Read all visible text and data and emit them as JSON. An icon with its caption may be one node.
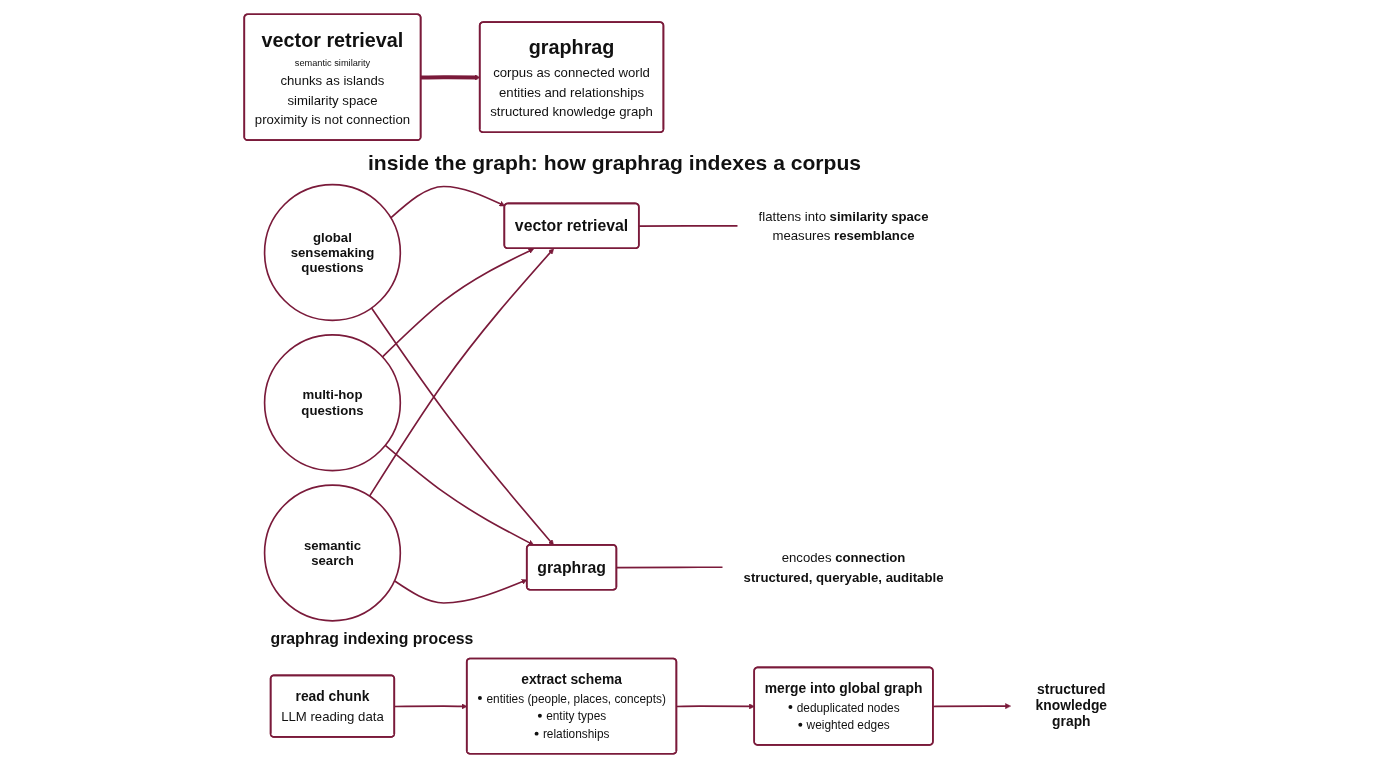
{
  "diagram": {
    "nodes": [
      {
        "text": [
          "vector retrieval",
          "semantic similarity",
          "chunks as islands",
          "similarity space",
          "proximity is not connection"
        ]
      },
      {
        "text": [
          "graphrag",
          "corpus as connected world",
          "entities and relationships",
          "structured knowledge graph"
        ]
      },
      {
        "text": [
          "global sensemaking questions"
        ]
      },
      {
        "text": [
          "multi-hop questions"
        ]
      },
      {
        "text": [
          "semantic search"
        ]
      },
      {
        "text": [
          "vector retrieval"
        ]
      },
      {
        "text": [
          "flattens into **similarity space**",
          "measures **resemblance**"
        ]
      },
      {
        "text": [
          "graphrag"
        ]
      },
      {
        "text": [
          "encodes **connection**",
          "structured, queryable, auditable"
        ]
      },
      {
        "text": [
          "read chunk",
          "LLM reading data"
        ]
      },
      {
        "text": [
          "extract schema",
          "entities (people, places, concepts)",
          "entity types",
          "relationships"
        ]
      },
      {
        "text": [
          "merge into global graph",
          "deduplicated nodes",
          "weighted edges"
        ]
      },
      {
        "text": [
          "structured knowledge graph"
        ]
      }
    ],
    "edges": [
      {
        "from": 0,
        "to": 1,
        "arrow": "to",
        "style": "thick"
      },
      {
        "from": 2,
        "to": 5,
        "arrow": "to"
      },
      {
        "from": 2,
        "to": 7,
        "arrow": "to"
      },
      {
        "from": 3,
        "to": 5,
        "arrow": "to"
      },
      {
        "from": 3,
        "to": 7,
        "arrow": "to"
      },
      {
        "from": 4,
        "to": 5,
        "arrow": "to"
      },
      {
        "from": 4,
        "to": 7,
        "arrow": "to"
      },
      {
        "from": 5,
        "to": 6,
        "arrow": "none"
      },
      {
        "from": 7,
        "to": 8,
        "arrow": "none"
      },
      {
        "from": 9,
        "to": 10,
        "arrow": "to"
      },
      {
        "from": 10,
        "to": 11,
        "arrow": "to"
      },
      {
        "from": 11,
        "to": 12,
        "arrow": "to"
      }
    ],
    "labels": [
      "inside the graph: how graphrag indexes a corpus",
      "graphrag indexing process"
    ]
  }
}
